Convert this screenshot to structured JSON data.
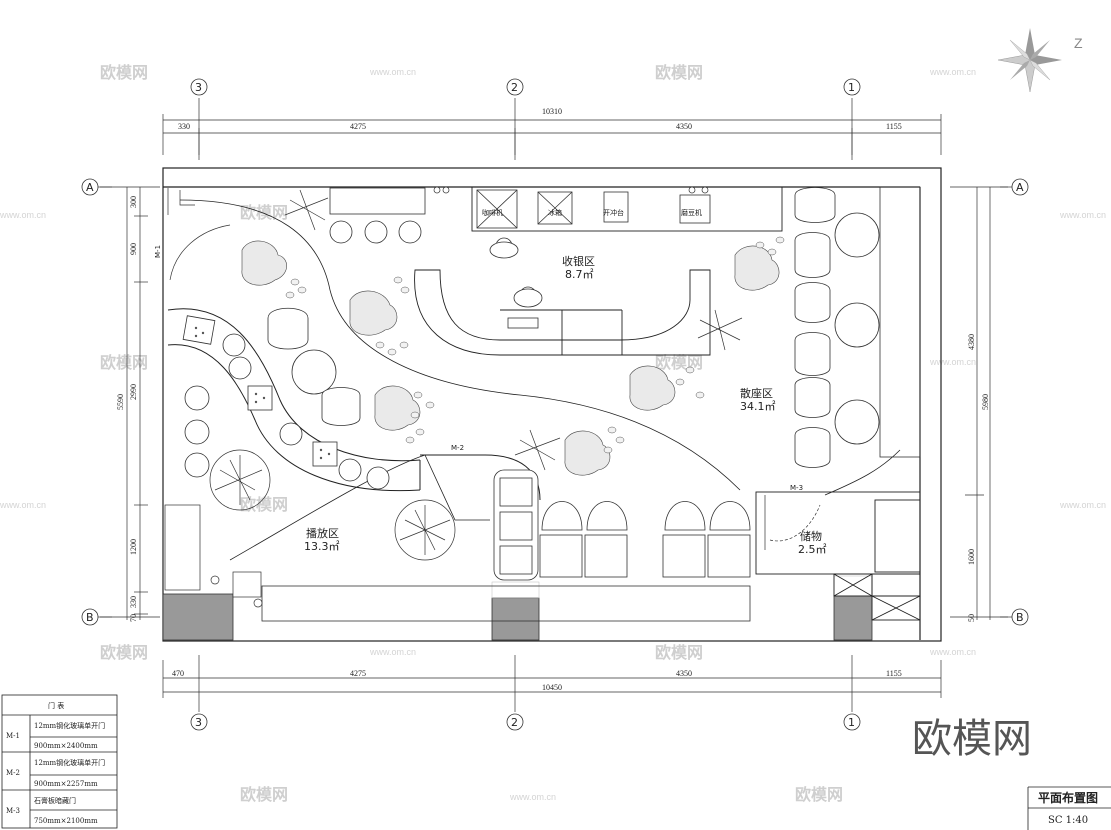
{
  "axes": {
    "top": [
      "3",
      "2",
      "1"
    ],
    "bottom": [
      "3",
      "2",
      "1"
    ],
    "left": [
      "A",
      "B"
    ],
    "right": [
      "A",
      "B"
    ]
  },
  "dims": {
    "top_total": "10310",
    "top_segments": [
      "330",
      "4275",
      "4350",
      "1155"
    ],
    "bottom_total": "10450",
    "bottom_segments": [
      "470",
      "4275",
      "4350",
      "1155"
    ],
    "left_total": "5590",
    "left_segments": [
      "300",
      "900",
      "2990",
      "1200",
      "330",
      "70"
    ],
    "right_total": "5980",
    "right_segments": [
      "4380",
      "1600",
      "50"
    ]
  },
  "zones": {
    "cashier": {
      "name": "收银区",
      "area": "8.7㎡"
    },
    "lounge": {
      "name": "散座区",
      "area": "34.1㎡"
    },
    "booth": {
      "name": "播放区",
      "area": "13.3㎡"
    },
    "storage": {
      "name": "储物",
      "area": "2.5㎡"
    }
  },
  "equipment": [
    "咖啡机",
    "冰箱",
    "开冲台",
    "磨豆机"
  ],
  "door_tags": [
    "M-1",
    "M-2",
    "M-3"
  ],
  "door_table": {
    "title": "门 表",
    "rows": [
      {
        "code": "M-1",
        "desc": "12mm钢化玻璃单开门",
        "size": "900mm×2400mm"
      },
      {
        "code": "M-2",
        "desc": "12mm钢化玻璃单开门",
        "size": "900mm×2257mm"
      },
      {
        "code": "M-3",
        "desc": "石膏板暗藏门",
        "size": "750mm×2100mm"
      }
    ]
  },
  "title_block": {
    "title": "平面布置图",
    "scale": "SC  1:40"
  },
  "compass": "Z",
  "watermark": {
    "logo": "欧模网",
    "site": "www.om.cn"
  }
}
